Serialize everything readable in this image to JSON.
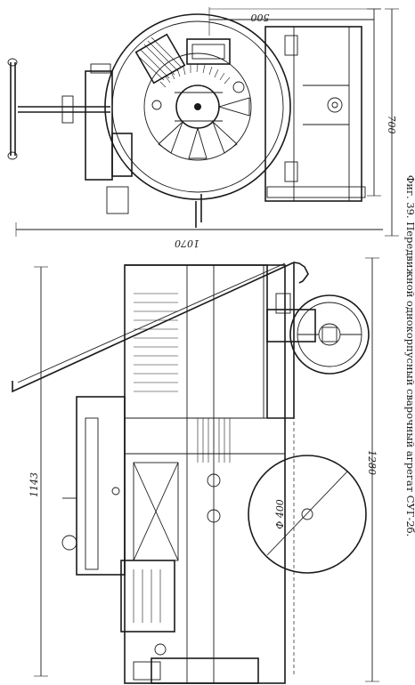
{
  "caption": "Фиг. 39. Передвижной однокорпусный сварочный агрегат СУГ-2б.",
  "dimensions": {
    "width_top": "500",
    "height_top": "700",
    "height_side": "1070",
    "length_body": "1143",
    "length_total": "1280",
    "wheel_diameter": "Ф 400"
  }
}
